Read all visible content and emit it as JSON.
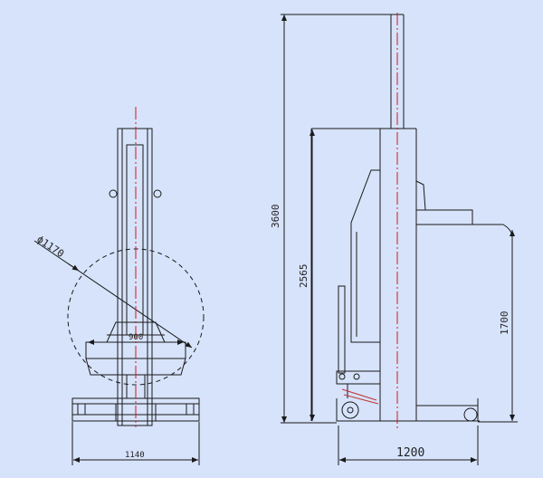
{
  "colors": {
    "background": "#d6e3fb",
    "line": "#1a1a1a",
    "centerline": "#d01818",
    "detail_red": "#c03030"
  },
  "front_view": {
    "diameter_label": "ϕ1170",
    "base_width_label": "900",
    "overall_width_label": "1140"
  },
  "side_view": {
    "total_height_label": "3600",
    "body_height_label": "2565",
    "handle_height_label": "1700",
    "length_label": "1200"
  }
}
